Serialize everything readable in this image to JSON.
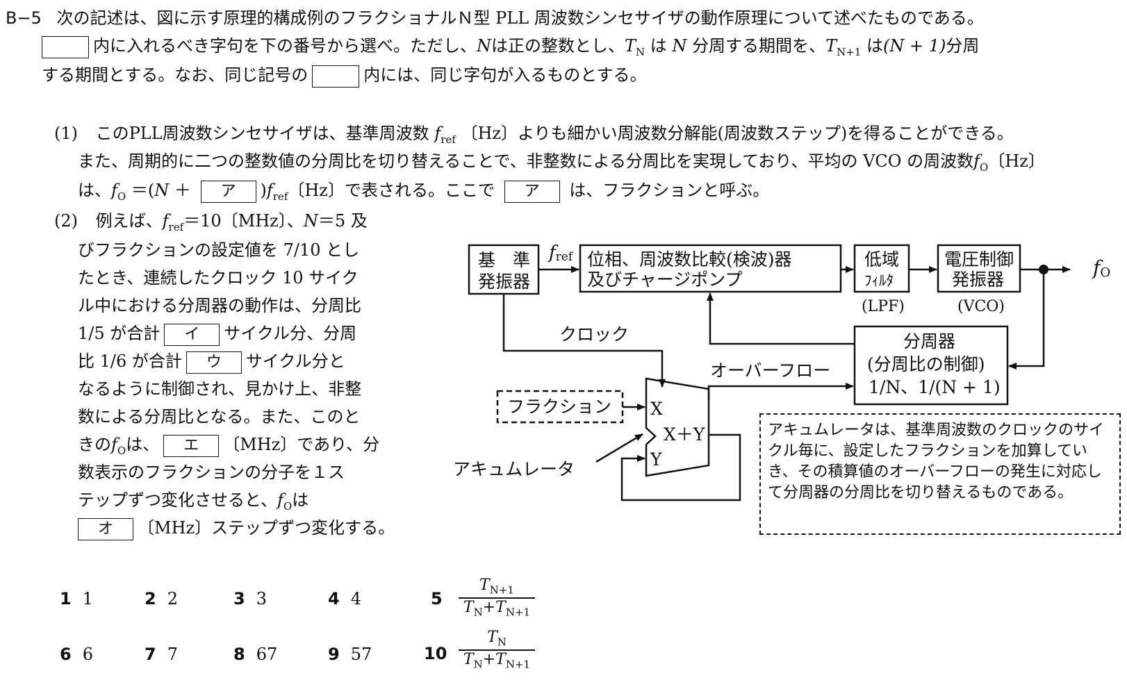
{
  "header": {
    "label": "B−5",
    "line1": "次の記述は、図に示す原理的構成例のフラクショナルＮ型 PLL 周波数シンセサイザの動作原理について述べたものである。",
    "line2a": "内に入れるべき字句を下の番号から選べ。ただし、",
    "line2b": "は正の整数とし、",
    "line2c": "は",
    "line2d": "分周する期間を、",
    "line2e": "は",
    "line2f": "分周",
    "line3a": "する期間とする。なお、同じ記号の",
    "line3b": "内には、同じ字句が入るものとする。",
    "var_N": "N",
    "var_TN": "T",
    "sub_N": "N",
    "sub_N1": "N+1",
    "paren_N1": "(N + 1)"
  },
  "item1": {
    "num": "(1)",
    "line1": "このPLL周波数シンセサイザは、基準周波数",
    "line1b": "〔Hz〕よりも細かい周波数分解能(周波数ステップ)を得ることができる。",
    "line2": "また、周期的に二つの整数値の分周比を切り替えることで、非整数による分周比を実現しており、平均の VCO の周波数",
    "line2b": "〔Hz〕",
    "line3a": "は、",
    "line3b": "＝(",
    "line3c": "＋",
    "line3d": ")",
    "line3e": "〔Hz〕で表される。ここで",
    "line3f": "は、フラクションと呼ぶ。"
  },
  "item2": {
    "num": "(2)",
    "lines": [
      "例えば、",
      "＝10〔MHz〕、",
      "＝5 及",
      "びフラクションの設定値を 7/10 とし",
      "たとき、連続したクロック 10 サイク",
      "ル中における分周器の動作は、分周比",
      "1/5 が合計",
      "サイクル分、分周",
      "比 1/6 が合計",
      "サイクル分と",
      "なるように制御され、見かけ上、非整",
      "数による分周比となる。また、このと",
      "きの",
      "は、",
      "〔MHz〕であり、分",
      "数表示のフラクションの分子を１ス",
      "テップずつ変化させると、",
      "は",
      "〔MHz〕ステップずつ変化する。"
    ]
  },
  "symbols": {
    "f": "f",
    "ref": "ref",
    "O": "O",
    "N": "N"
  },
  "blanks": {
    "a": "ア",
    "b": "イ",
    "c": "ウ",
    "d": "エ",
    "e": "オ"
  },
  "diagram": {
    "ref_osc": [
      "基　準",
      "発振器"
    ],
    "fref": "f",
    "fref_sub": "ref",
    "phase_cmp": [
      "位相、周波数比較(検波)器",
      "及びチャージポンプ"
    ],
    "lpf": [
      "低域",
      "ﾌｨﾙﾀ"
    ],
    "lpf_caption": "(LPF)",
    "vco": [
      "電圧制御",
      "発振器"
    ],
    "vco_caption": "(VCO)",
    "fo": "f",
    "fo_sub": "O",
    "clock": "クロック",
    "overflow": "オーバーフロー",
    "divider": [
      "分周器",
      "(分周比の制御)",
      "1/N、1/(N + 1)"
    ],
    "fraction": "フラクション",
    "acc_x": "X",
    "acc_y": "Y",
    "acc_sum": "X＋Y",
    "accumulator": "アキュムレータ"
  },
  "note": "アキュムレータは、基準周波数のクロックのサイクル毎に、設定したフラクションを加算していき、その積算値のオーバーフローの発生に対応して分周器の分周比を切り替えるものである。",
  "options": [
    {
      "num": "1",
      "val": "1"
    },
    {
      "num": "2",
      "val": "2"
    },
    {
      "num": "3",
      "val": "3"
    },
    {
      "num": "4",
      "val": "4"
    },
    {
      "num": "5",
      "num_frac": "T",
      "num_sub": "N+1",
      "den1": "T",
      "den1_sub": "N",
      "plus": "+",
      "den2": "T",
      "den2_sub": "N+1"
    },
    {
      "num": "6",
      "val": "6"
    },
    {
      "num": "7",
      "val": "7"
    },
    {
      "num": "8",
      "val": "67"
    },
    {
      "num": "9",
      "val": "57"
    },
    {
      "num": "10",
      "num_frac": "T",
      "num_sub": "N",
      "den1": "T",
      "den1_sub": "N",
      "plus": "+",
      "den2": "T",
      "den2_sub": "N+1"
    }
  ]
}
